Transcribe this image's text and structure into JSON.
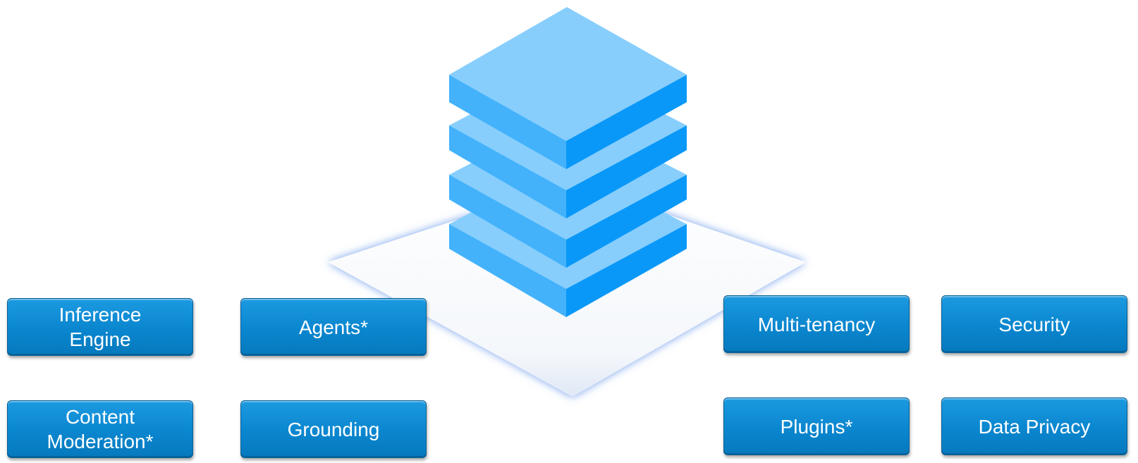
{
  "colors": {
    "box_fill": "#0a86cf",
    "box_border": "#0a5f93",
    "box_text": "#ffffff",
    "layer_top": "#87cefd",
    "layer_left": "#43b2fb",
    "layer_right": "#0a98f8",
    "platform_fill": "#ffffff",
    "platform_edge": "#6aa3ee"
  },
  "boxes": [
    {
      "id": "inference-engine",
      "label": "Inference\nEngine"
    },
    {
      "id": "agents",
      "label": "Agents*"
    },
    {
      "id": "content-moderation",
      "label": "Content\nModeration*"
    },
    {
      "id": "grounding",
      "label": "Grounding"
    },
    {
      "id": "multi-tenancy",
      "label": "Multi-tenancy"
    },
    {
      "id": "security",
      "label": "Security"
    },
    {
      "id": "plugins",
      "label": "Plugins*"
    },
    {
      "id": "data-privacy",
      "label": "Data Privacy"
    }
  ]
}
